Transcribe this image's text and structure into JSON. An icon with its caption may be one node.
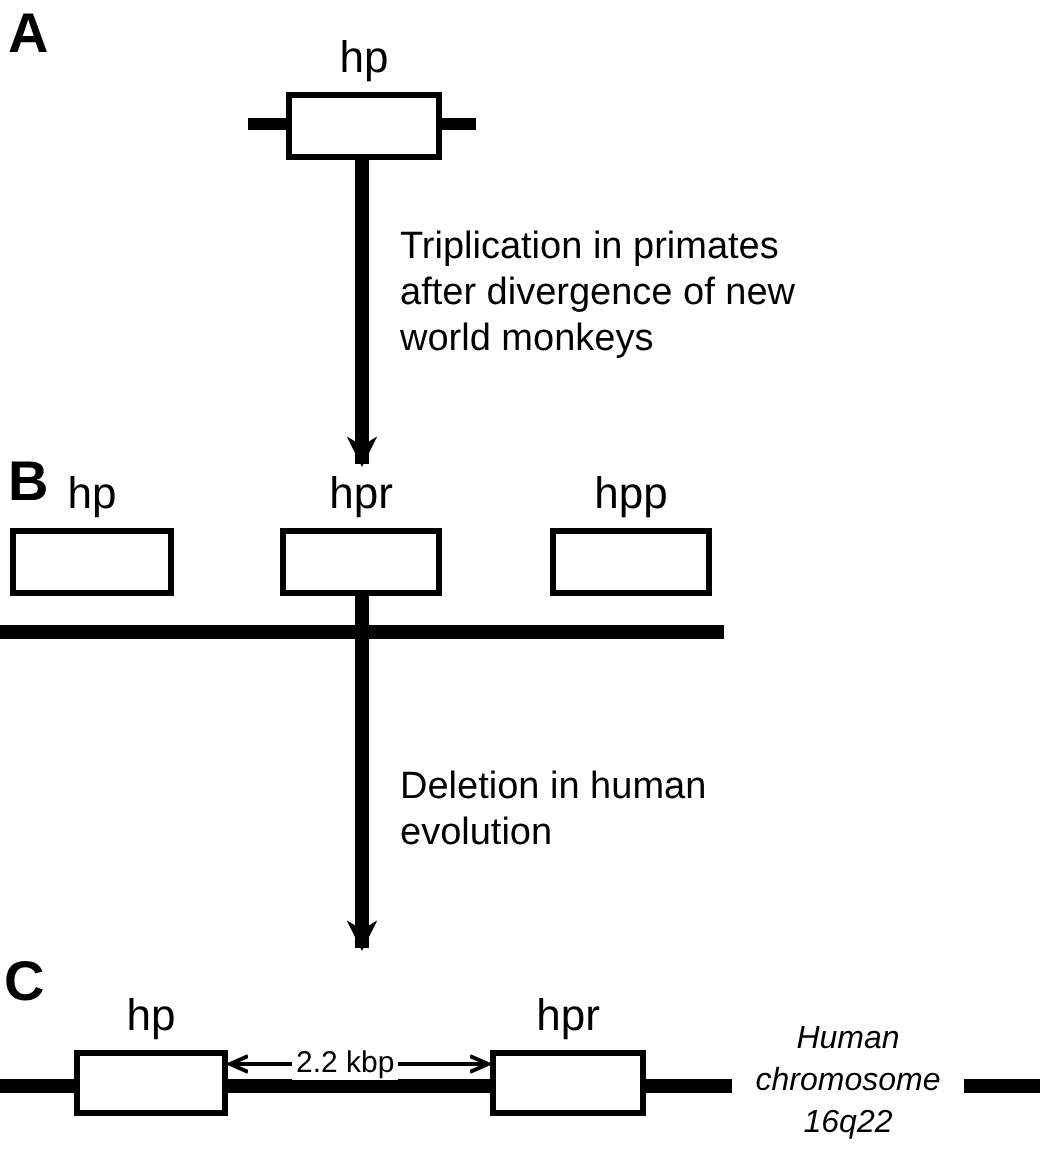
{
  "diagram": {
    "nodes": [
      {
        "text": [
          "hp"
        ]
      },
      {
        "text": [
          "hp"
        ]
      },
      {
        "text": [
          "hpr"
        ]
      },
      {
        "text": [
          "hpp"
        ]
      },
      {
        "text": [
          "hp"
        ]
      },
      {
        "text": [
          "hpr"
        ]
      }
    ],
    "edges": [
      {
        "from": 0,
        "to": 2,
        "arrow": "to",
        "label": "Triplication in primates after divergence of new world monkeys"
      },
      {
        "from": 2,
        "to": null,
        "arrow": "to",
        "label": "Deletion in human evolution"
      },
      {
        "from": 4,
        "to": 5,
        "arrow": "both",
        "label": "2.2 kbp"
      }
    ],
    "labels": [
      "A",
      "B",
      "C",
      "Human chromosome 16q22"
    ]
  }
}
